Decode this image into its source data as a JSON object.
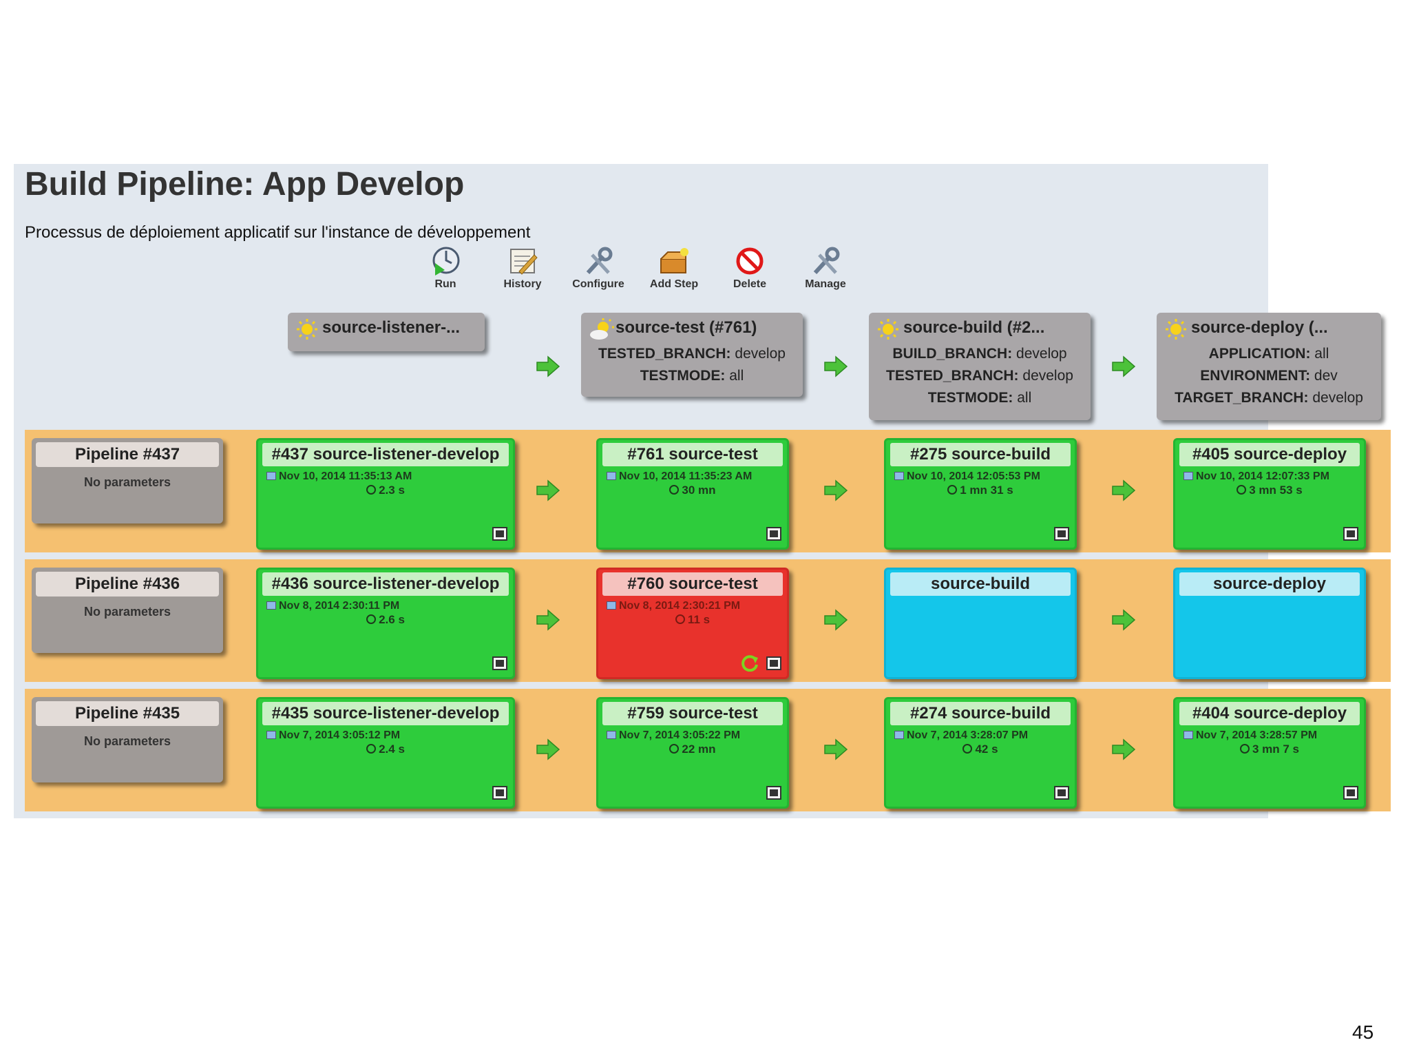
{
  "title": "Build Pipeline: App Develop",
  "description": "Processus de déploiement applicatif sur l'instance de développement",
  "toolbar": {
    "run": "Run",
    "history": "History",
    "configure": "Configure",
    "add_step": "Add Step",
    "delete": "Delete",
    "manage": "Manage"
  },
  "jobs": {
    "listener": {
      "title": "source-listener-..."
    },
    "test": {
      "title": "source-test (#761)",
      "params": [
        {
          "key": "TESTED_BRANCH:",
          "value": "develop"
        },
        {
          "key": "TESTMODE:",
          "value": "all"
        }
      ]
    },
    "build": {
      "title": "source-build (#2...",
      "params": [
        {
          "key": "BUILD_BRANCH:",
          "value": "develop"
        },
        {
          "key": "TESTED_BRANCH:",
          "value": "develop"
        },
        {
          "key": "TESTMODE:",
          "value": "all"
        }
      ]
    },
    "deploy": {
      "title": "source-deploy (...",
      "params": [
        {
          "key": "APPLICATION:",
          "value": "all"
        },
        {
          "key": "ENVIRONMENT:",
          "value": "dev"
        },
        {
          "key": "TARGET_BRANCH:",
          "value": "develop"
        }
      ]
    }
  },
  "pipelines": [
    {
      "label": "Pipeline #437",
      "params": "No parameters",
      "builds": [
        {
          "status": "success",
          "title": "#437 source-listener-develop",
          "date": "Nov 10, 2014 11:35:13 AM",
          "duration": "2.3 s"
        },
        {
          "status": "success",
          "title": "#761 source-test",
          "date": "Nov 10, 2014 11:35:23 AM",
          "duration": "30 mn"
        },
        {
          "status": "success",
          "title": "#275 source-build",
          "date": "Nov 10, 2014 12:05:53 PM",
          "duration": "1 mn 31 s"
        },
        {
          "status": "success",
          "title": "#405 source-deploy",
          "date": "Nov 10, 2014 12:07:33 PM",
          "duration": "3 mn 53 s"
        }
      ]
    },
    {
      "label": "Pipeline #436",
      "params": "No parameters",
      "builds": [
        {
          "status": "success",
          "title": "#436 source-listener-develop",
          "date": "Nov 8, 2014 2:30:11 PM",
          "duration": "2.6 s"
        },
        {
          "status": "failure",
          "title": "#760 source-test",
          "date": "Nov 8, 2014 2:30:21 PM",
          "duration": "11 s"
        },
        {
          "status": "pending",
          "title": "source-build"
        },
        {
          "status": "pending",
          "title": "source-deploy"
        }
      ]
    },
    {
      "label": "Pipeline #435",
      "params": "No parameters",
      "builds": [
        {
          "status": "success",
          "title": "#435 source-listener-develop",
          "date": "Nov 7, 2014 3:05:12 PM",
          "duration": "2.4 s"
        },
        {
          "status": "success",
          "title": "#759 source-test",
          "date": "Nov 7, 2014 3:05:22 PM",
          "duration": "22 mn"
        },
        {
          "status": "success",
          "title": "#274 source-build",
          "date": "Nov 7, 2014 3:28:07 PM",
          "duration": "42 s"
        },
        {
          "status": "success",
          "title": "#404 source-deploy",
          "date": "Nov 7, 2014 3:28:57 PM",
          "duration": "3 mn 7 s"
        }
      ]
    }
  ],
  "colors": {
    "success": "#2ecc3c",
    "failure": "#e8322c",
    "pending": "#14c6ea",
    "row_band": "#f5c070",
    "panel": "#e2e8ef"
  },
  "page_number": "45"
}
